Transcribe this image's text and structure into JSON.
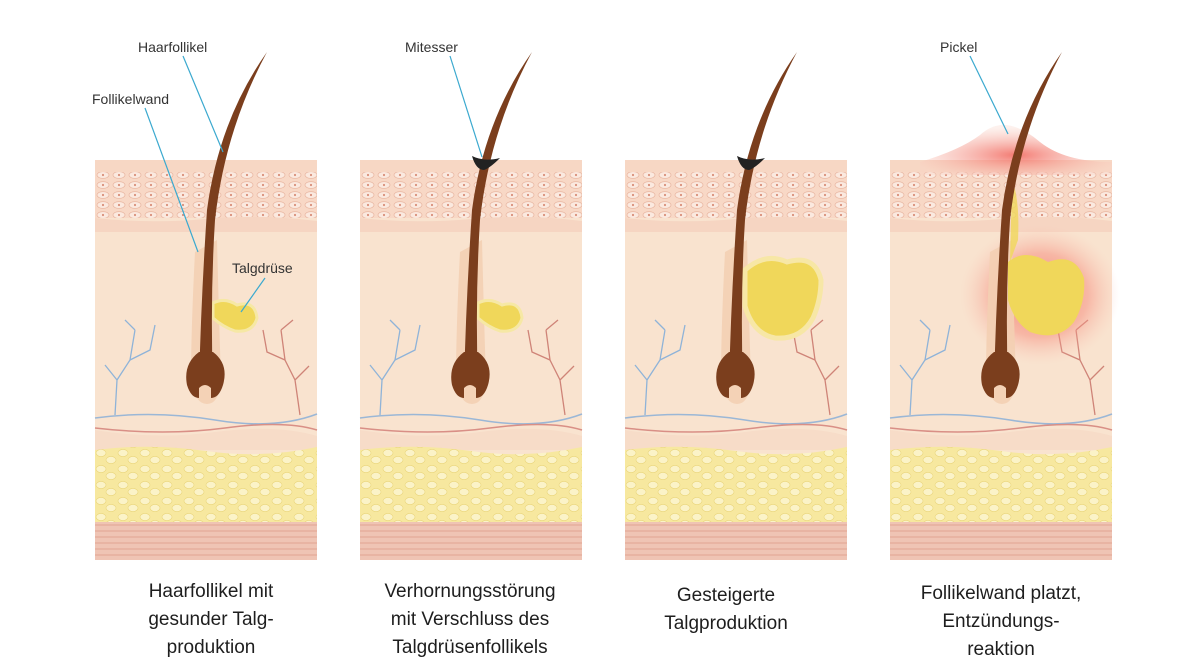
{
  "labels": {
    "haarfollikel": "Haarfollikel",
    "follikelwand": "Follikelwand",
    "talgdruese": "Talgdrüse",
    "mitesser": "Mitesser",
    "pickel": "Pickel"
  },
  "captions": [
    {
      "line1": "Haarfollikel mit",
      "line2": "gesunder Talg-",
      "line3": "produktion"
    },
    {
      "line1": "Verhornungsstörung",
      "line2": "mit Verschluss des",
      "line3": "Talgdrüsenfollikels"
    },
    {
      "line1": "Gesteigerte",
      "line2": "Talgproduktion"
    },
    {
      "line1": "Follikelwand platzt,",
      "line2": "Entzündungs-",
      "line3": "reaktion"
    }
  ],
  "colors": {
    "dermis": "#f9e3cf",
    "epidermis": "#f7d7c4",
    "fat": "#f8ecaa",
    "muscle": "#eec3b3",
    "hair": "#7b3e1d",
    "sebum": "#f0d75a",
    "inflammation": "#f26b62",
    "leader_line": "#3ba9cf"
  }
}
